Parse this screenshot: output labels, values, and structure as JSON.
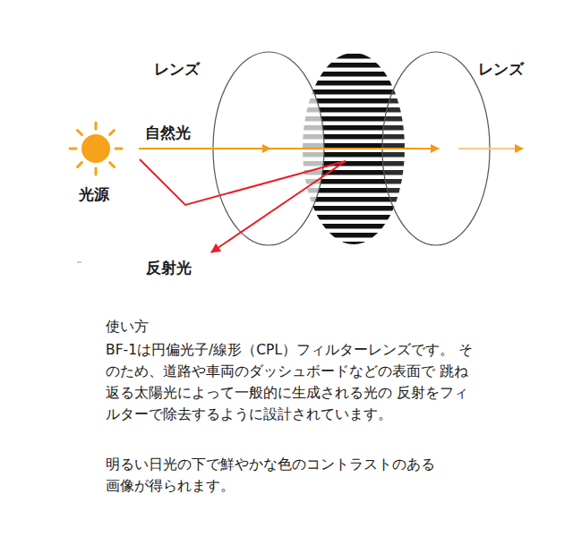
{
  "diagram": {
    "labels": [
      "レンズ",
      "レンズ",
      "自然光",
      "光源",
      "反射光",
      "使い方",
      "BF-1は円偏光子/線形（CPL）フィルターレンズです。 そのため、道路や車両のダッシュボードなどの表面で 跳ね返る太陽光によって一般的に生成される光の 反射をフィルターで除去するように設計されています。",
      "明るい日光の下で鮮やかな色のコントラストのある 画像が得られます。"
    ]
  }
}
